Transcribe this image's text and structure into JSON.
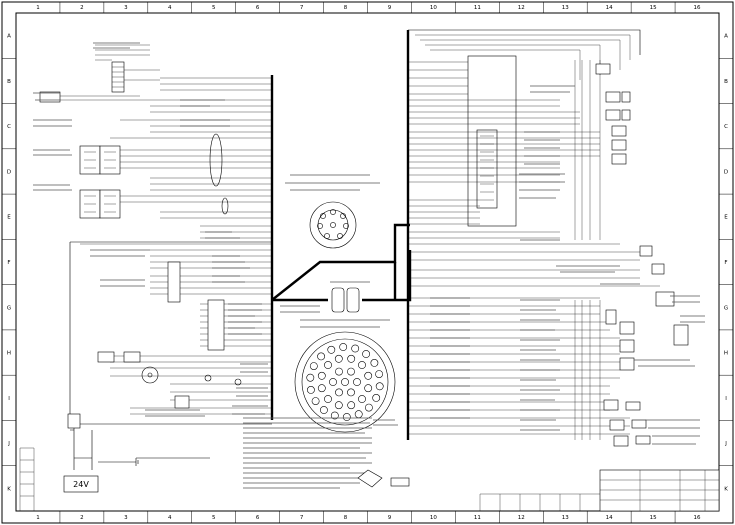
{
  "sheet": {
    "column_numbers": [
      "1",
      "2",
      "3",
      "4",
      "5",
      "6",
      "7",
      "8",
      "9",
      "10",
      "11",
      "12",
      "13",
      "14",
      "15",
      "16"
    ],
    "row_letters": [
      "A",
      "B",
      "C",
      "D",
      "E",
      "F",
      "G",
      "H",
      "I",
      "J",
      "K"
    ],
    "battery_label": "24V"
  },
  "colors": {
    "line": "#000000",
    "paper": "#ffffff",
    "gray": "#9a9a9a"
  }
}
